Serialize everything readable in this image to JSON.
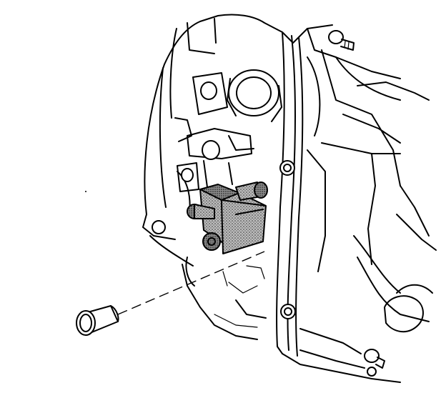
{
  "figure": {
    "kind": "exploded-view line drawing",
    "colors": {
      "line": "#000000",
      "background": "#ffffff",
      "component_fill": "#9a9a9a"
    },
    "parts": [
      {
        "id": "transmission-housing",
        "icon": "housing-outline"
      },
      {
        "id": "mounting-bolt",
        "icon": "bolt-icon"
      },
      {
        "id": "sensor-module",
        "icon": "stippled-block"
      },
      {
        "id": "connector-boot",
        "icon": "boot-icon"
      },
      {
        "id": "alignment-dashed-line",
        "icon": "dashed-line"
      }
    ]
  }
}
